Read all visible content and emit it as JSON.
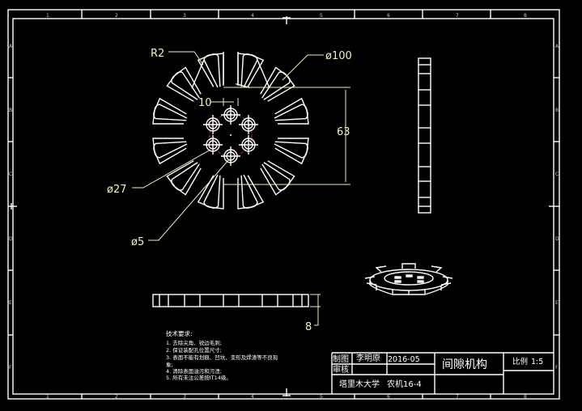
{
  "drawing": {
    "title": "间隙机构",
    "scale_label": "比例",
    "scale_value": "1:5",
    "drawn_by_label": "制图",
    "drawn_by": "李明原",
    "date": "2016-05",
    "reviewed_label": "审核",
    "school": "塔里木大学",
    "class": "农机16-4"
  },
  "dimensions": {
    "fillet_radius": "R2",
    "outer_diameter": "ø100",
    "slot_width": "10",
    "slot_span": "63",
    "bolt_circle": "ø27",
    "hole_diameter": "ø5",
    "thickness": "8"
  },
  "technical_requirements": {
    "heading": "技术要求:",
    "items": [
      "1. 去除尖角、锐边毛刺;",
      "2. 保证装配孔位置尺寸;",
      "3. 表面不能有划痕、凹坑、变形及焊渣等不良现",
      "象;",
      "4. 清除表面油污和污渍;",
      "5. 所有未注公差按IT14级。"
    ]
  },
  "border_zones": {
    "columns": [
      "1",
      "2",
      "3",
      "4",
      "5",
      "6",
      "7",
      "8"
    ],
    "rows": [
      "A",
      "B",
      "C",
      "D",
      "E",
      "F"
    ]
  },
  "colors": {
    "background": "#000000",
    "lines": "#ffffff",
    "dimensions": "#f2f0b8",
    "centerline": "#b0303a"
  }
}
